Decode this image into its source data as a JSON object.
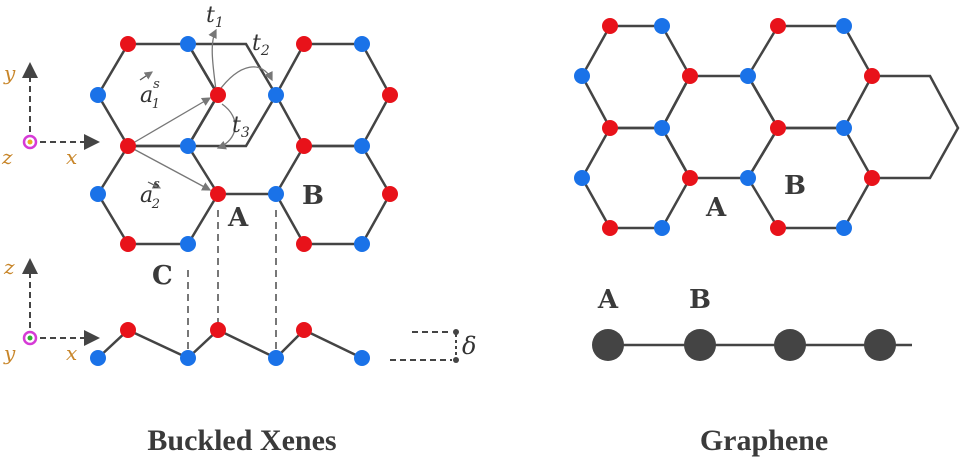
{
  "colors": {
    "sublattice_a": "#e8121a",
    "sublattice_b": "#1a72e8",
    "bond": "#444444",
    "axis_label": "#c8862a",
    "graphene_atom": "#444444"
  },
  "buckled": {
    "caption": "Buckled Xenes",
    "site_labels": {
      "A": "A",
      "B": "B",
      "C": "C"
    },
    "hoppings": {
      "t1": "t",
      "t1_sub": "1",
      "t2": "t",
      "t2_sub": "2",
      "t3": "t",
      "t3_sub": "3"
    },
    "lattice_vectors": {
      "a1": "a",
      "a1_sup": "s",
      "a1_sub": "1",
      "a2": "a",
      "a2_sup": "s",
      "a2_sub": "2"
    },
    "top_axes": {
      "vertical": "y",
      "horizontal": "x",
      "out_of_plane": "z"
    },
    "side_axes": {
      "vertical": "z",
      "horizontal": "x",
      "out_of_plane": "y"
    },
    "buckling": "δ"
  },
  "graphene": {
    "caption": "Graphene",
    "site_labels": {
      "A": "A",
      "B": "B"
    },
    "chain_labels": {
      "A": "A",
      "B": "B"
    }
  }
}
